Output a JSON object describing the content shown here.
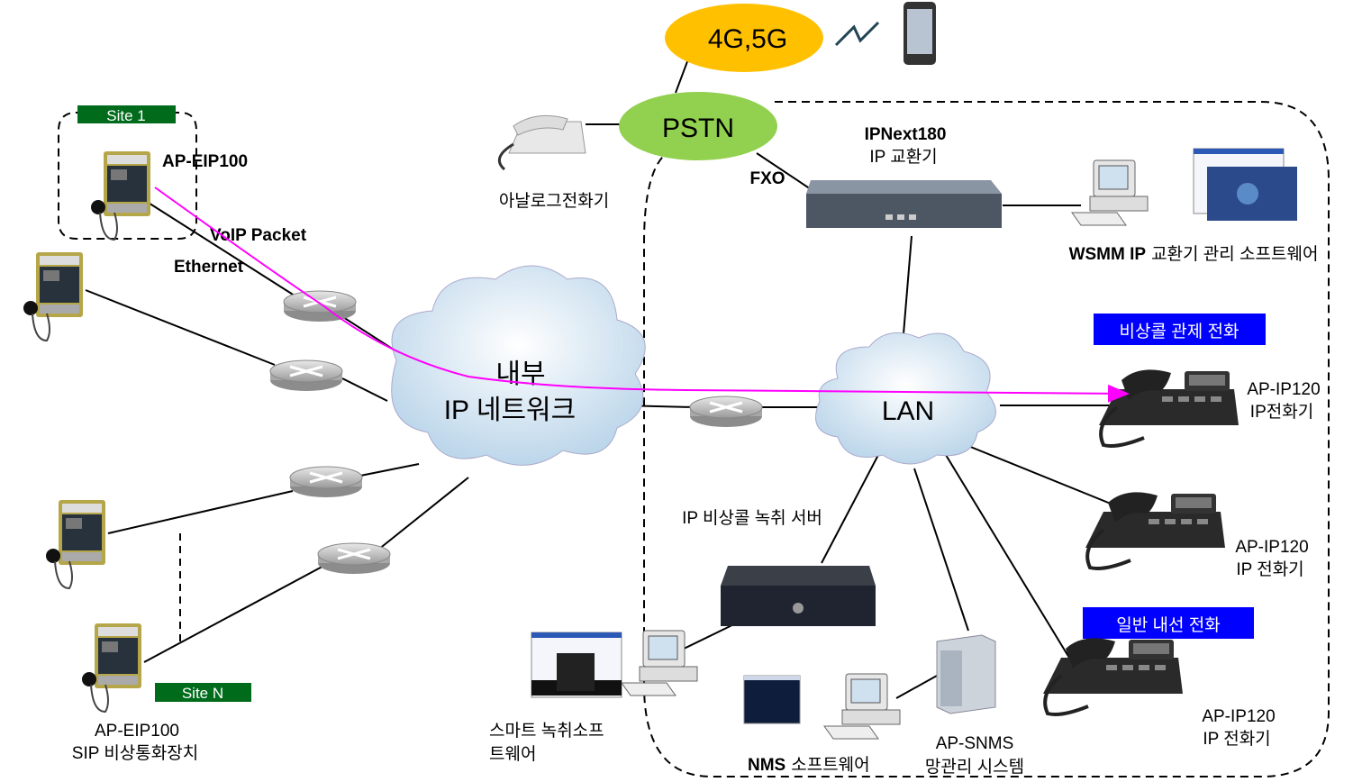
{
  "colors": {
    "pstn": "#92d050",
    "mobile": "#ffc000",
    "voip_path": "#ff00ff",
    "site_badge": "#006b1b",
    "call_box": "#0000ff",
    "cloud": "#dbe9f4"
  },
  "mobile_network": {
    "label": "4G,5G"
  },
  "pstn": {
    "label": "PSTN"
  },
  "analog_phone": {
    "label": "아날로그전화기"
  },
  "pbx": {
    "name": "IPNext180",
    "type": "IP 교환기",
    "port_label": "FXO"
  },
  "wsmm": {
    "label_bold": "WSMM IP",
    "label": "교환기 관리 소프트웨어"
  },
  "internal_network": {
    "line1": "내부",
    "line2": "IP 네트워크"
  },
  "lan": {
    "label": "LAN"
  },
  "site1": {
    "badge": "Site 1",
    "device": "AP-EIP100"
  },
  "siteN": {
    "badge": "Site N"
  },
  "links": {
    "voip": "VoIP Packet",
    "ethernet": "Ethernet"
  },
  "emergency_device": {
    "model": "AP-EIP100",
    "desc": "SIP 비상통화장치"
  },
  "emergency_control": {
    "title": "비상콜 관제 전화"
  },
  "general_extension": {
    "title": "일반 내선 전화"
  },
  "phones": [
    {
      "model": "AP-IP120",
      "desc": "IP전화기"
    },
    {
      "model": "AP-IP120",
      "desc": "IP 전화기"
    },
    {
      "model": "AP-IP120",
      "desc": "IP 전화기"
    }
  ],
  "recording_server": {
    "label": "IP 비상콜  녹취 서버"
  },
  "smart_recording": {
    "line1": "스마트 녹취소프",
    "line2": "트웨어"
  },
  "nms": {
    "label_bold": "NMS",
    "label": "소프트웨어"
  },
  "snms": {
    "model": "AP-SNMS",
    "desc": "망관리 시스템"
  }
}
